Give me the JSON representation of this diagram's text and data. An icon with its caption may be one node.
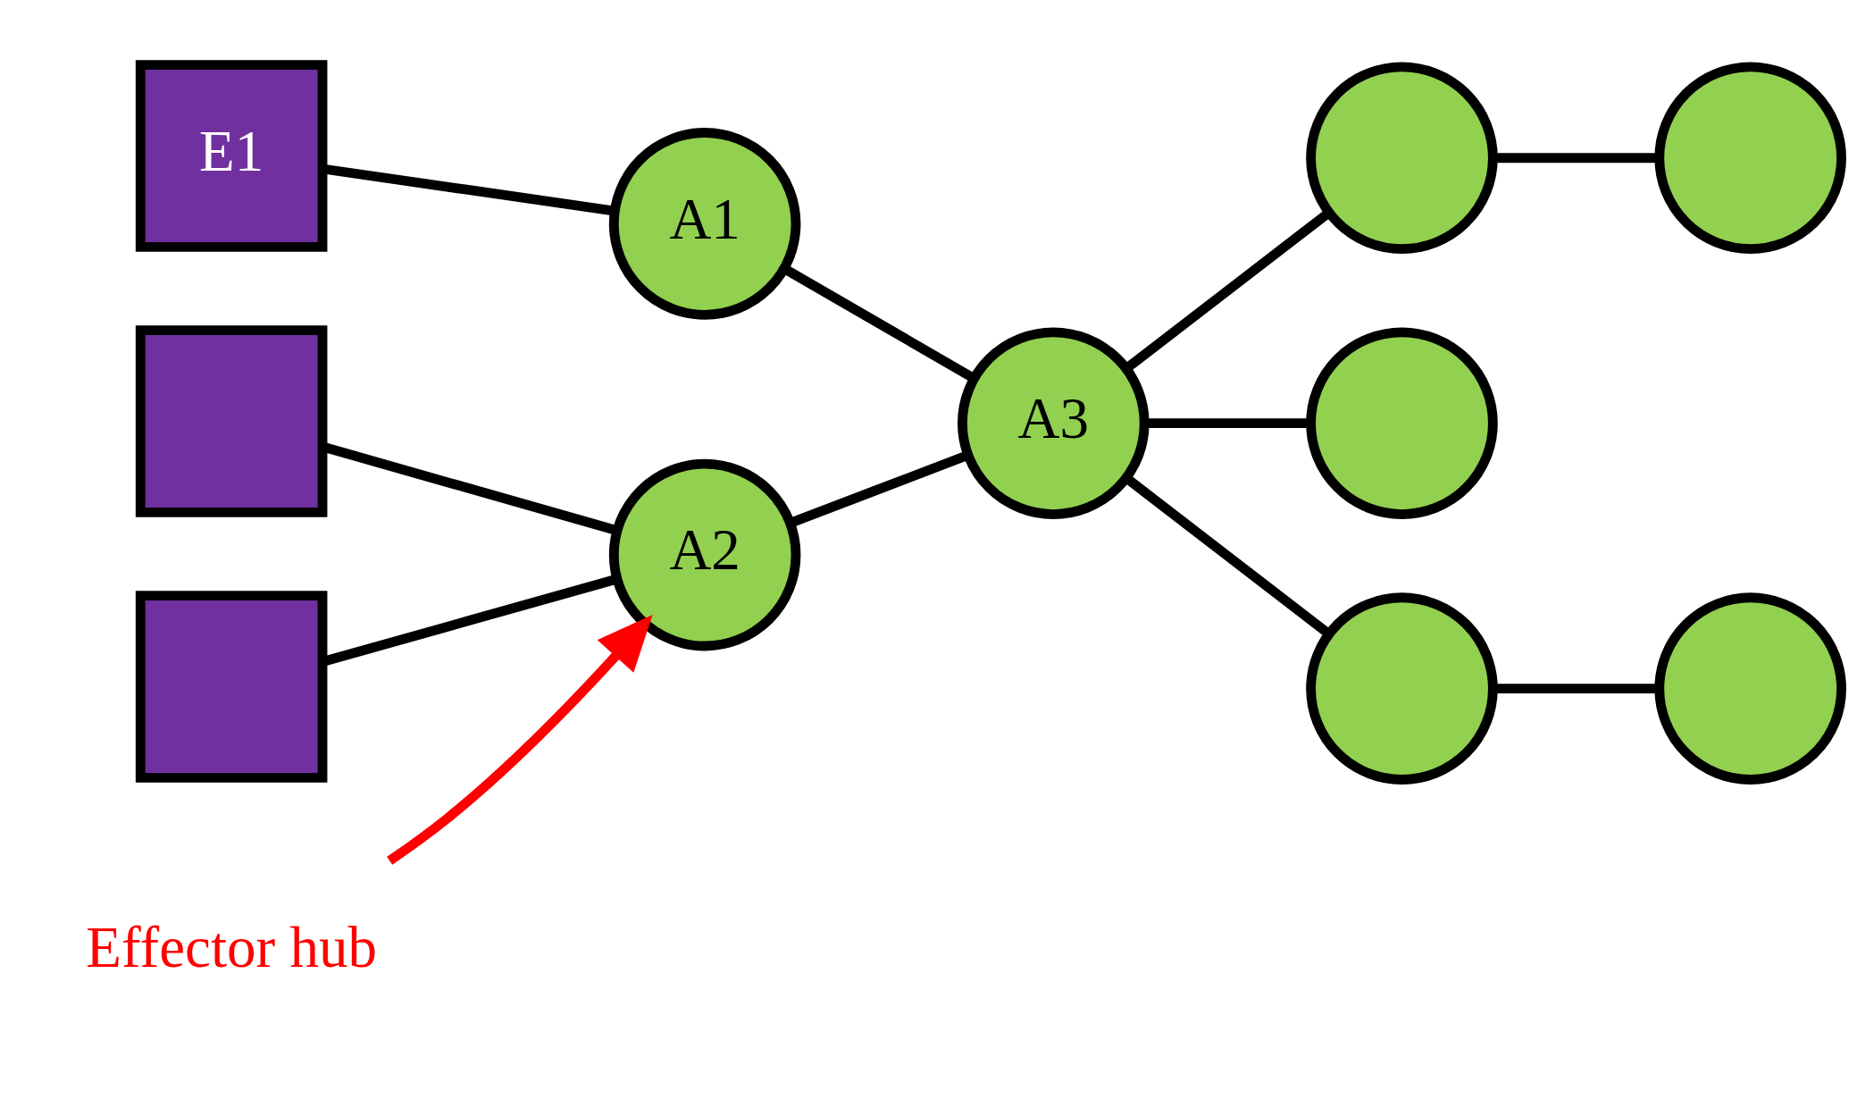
{
  "diagram": {
    "nodes": [
      {
        "text": [
          "E1"
        ]
      },
      {
        "text": [
          "A1"
        ]
      },
      {
        "text": [],
        "shape": "circle"
      },
      {
        "text": [],
        "shape": "circle"
      },
      {
        "text": [],
        "shape": "box"
      },
      {
        "text": [
          "A3"
        ]
      },
      {
        "text": [],
        "shape": "circle"
      },
      {
        "text": [
          "A2"
        ]
      },
      {
        "text": [],
        "shape": "circle"
      },
      {
        "text": [],
        "shape": "circle"
      },
      {
        "text": [],
        "shape": "box"
      },
      {
        "text": [
          "Effector hub"
        ]
      }
    ],
    "edges": [
      {
        "from": 0,
        "to": 1,
        "arrow": "none"
      },
      {
        "from": 1,
        "to": 5,
        "arrow": "none"
      },
      {
        "from": 5,
        "to": 2,
        "arrow": "none"
      },
      {
        "from": 2,
        "to": 3,
        "arrow": "none"
      },
      {
        "from": 5,
        "to": 6,
        "arrow": "none"
      },
      {
        "from": 5,
        "to": 8,
        "arrow": "none"
      },
      {
        "from": 8,
        "to": 9,
        "arrow": "none"
      },
      {
        "from": 4,
        "to": 7,
        "arrow": "none"
      },
      {
        "from": 10,
        "to": 7,
        "arrow": "none"
      },
      {
        "from": 7,
        "to": 5,
        "arrow": "none"
      },
      {
        "from": 11,
        "to": 7,
        "arrow": "to",
        "color": "#ff0000"
      }
    ]
  }
}
